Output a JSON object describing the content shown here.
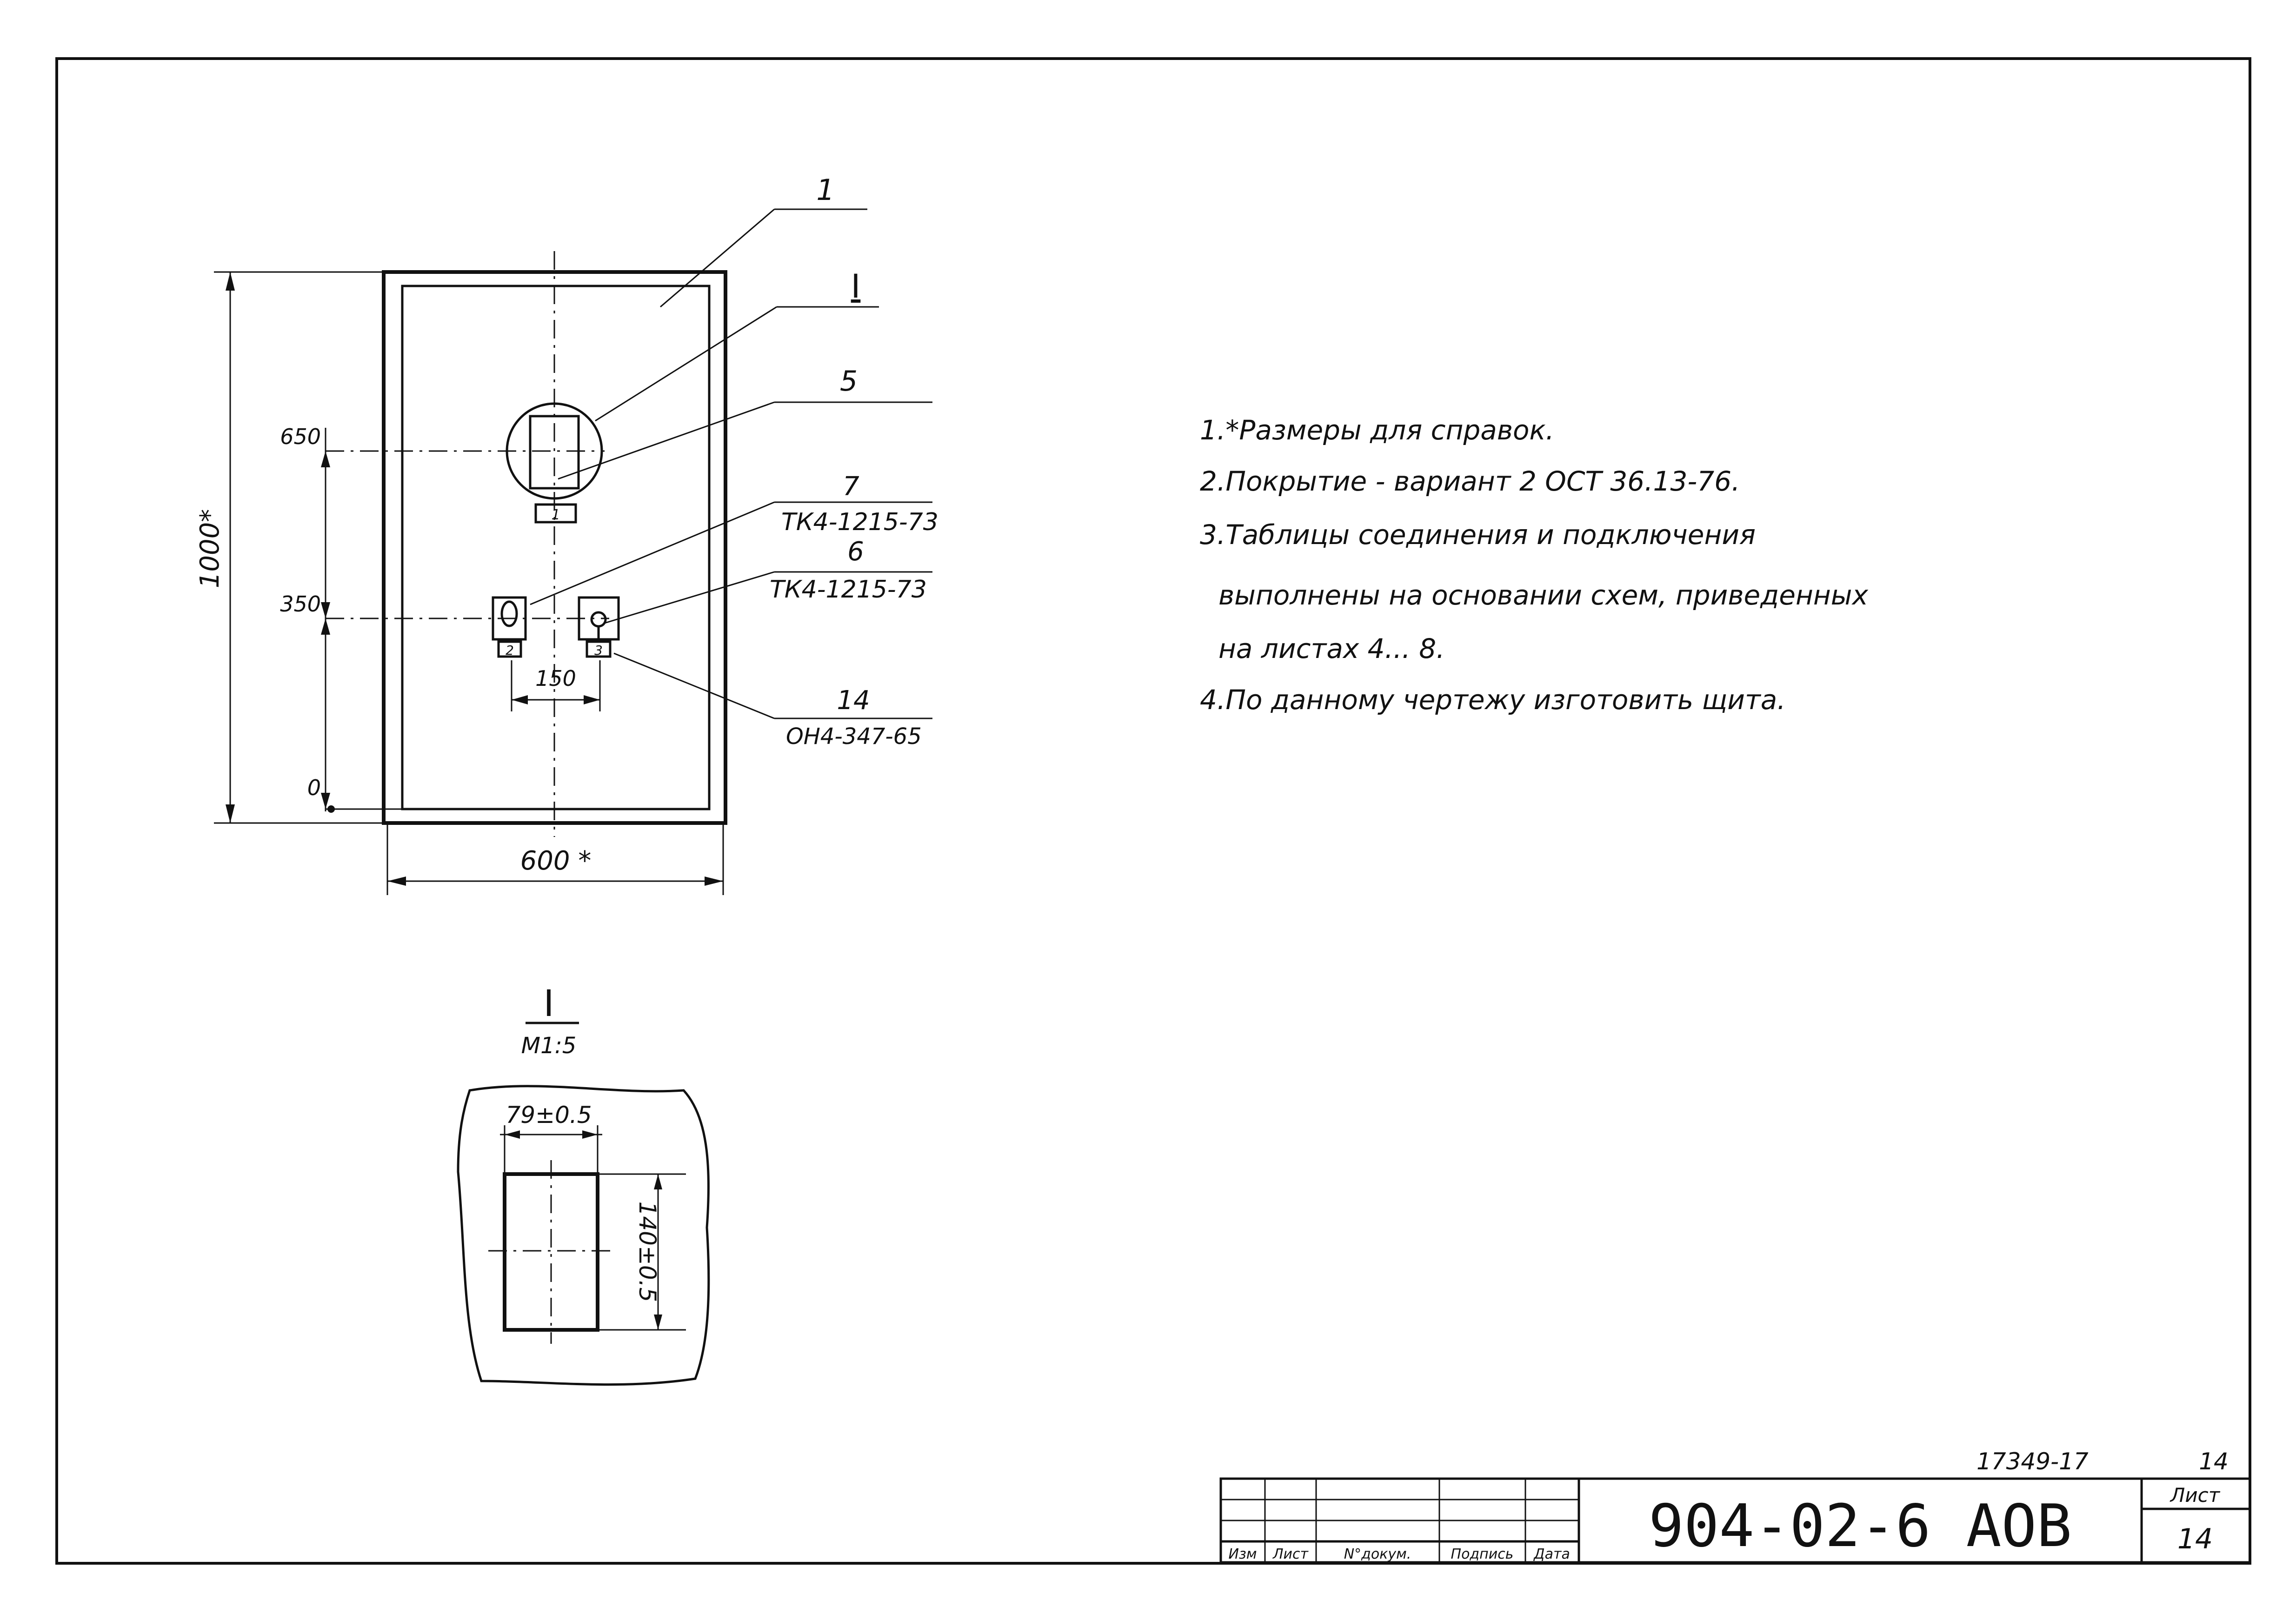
{
  "drawing": {
    "dimensions": {
      "width": "600 *",
      "height": "1000*",
      "level_650": "650",
      "level_350": "350",
      "level_0": "0",
      "spacing_150": "150"
    },
    "callouts": [
      {
        "number": "1",
        "designation": ""
      },
      {
        "number": "I",
        "designation": ""
      },
      {
        "number": "5",
        "designation": ""
      },
      {
        "number": "7",
        "designation": "ТК4-1215-73"
      },
      {
        "number": "6",
        "designation": "ТК4-1215-73"
      },
      {
        "number": "14",
        "designation": "ОН4-347-65"
      }
    ],
    "plates": [
      "1",
      "2",
      "3"
    ],
    "detail": {
      "label": "I",
      "scale": "М1:5",
      "width_dim": "79±0.5",
      "height_dim": "140±0.5"
    }
  },
  "notes": [
    "1.*Размеры для справок.",
    "2.Покрытие - вариант 2 ОСТ 36.13-76.",
    "3.Таблицы соединения и подключения",
    "выполнены на основании схем, приведенных",
    "на листах 4... 8.",
    "4.По данному чертежу изготовить щита."
  ],
  "title_block": {
    "archive_number": "17349-17",
    "sheet_top": "14",
    "designation": "904-02-6 АОВ",
    "sheet_label": "Лист",
    "sheet_number": "14",
    "columns": [
      "Изм",
      "Лист",
      "N°докум.",
      "Подпись",
      "Дата"
    ]
  }
}
